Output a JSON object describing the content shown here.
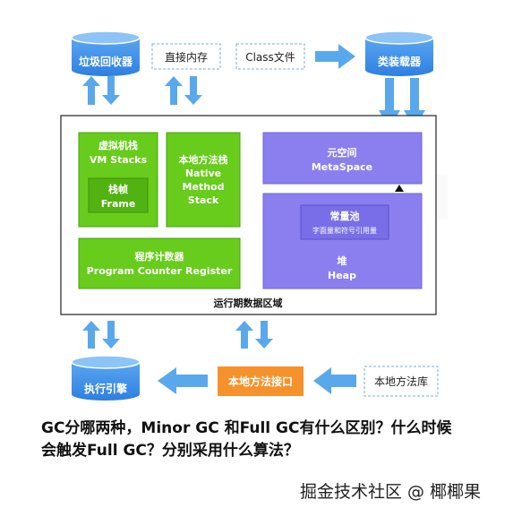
{
  "top": {
    "gc": "垃圾回收器",
    "direct_memory": "直接内存",
    "class_file": "Class文件",
    "class_loader": "类装载器"
  },
  "runtime": {
    "area_label": "运行期数据区域",
    "vm_stack": {
      "line1": "虚拟机栈",
      "line2": "VM Stacks"
    },
    "frame": {
      "line1": "栈帧",
      "line2": "Frame"
    },
    "native_stack": {
      "line1": "本地方法栈",
      "line2": "Native",
      "line3": "Method",
      "line4": "Stack"
    },
    "pc": {
      "line1": "程序计数器",
      "line2": "Program Counter Register"
    },
    "metaspace": {
      "line1": "元空间",
      "line2": "MetaSpace"
    },
    "constant_pool": {
      "line1": "常量池",
      "line2": "字面量和符号引用量"
    },
    "heap": {
      "line1": "堆",
      "line2": "Heap"
    }
  },
  "bottom": {
    "engine": "执行引擎",
    "native_interface": "本地方法接口",
    "native_library": "本地方法库"
  },
  "question": {
    "line1": "GC分哪两种，Minor GC 和Full GC有什么区别？什么时候",
    "line2": "会触发Full GC？分别采用什么算法？"
  },
  "watermark": "掘金技术社区 @ 椰椰果",
  "colors": {
    "blue_box": "#3b8ee8",
    "arrow": "#5aa8ec",
    "green": "#67cc1b",
    "green_border": "#4ca112",
    "purple": "#8b7ff0",
    "orange": "#f5922b"
  }
}
